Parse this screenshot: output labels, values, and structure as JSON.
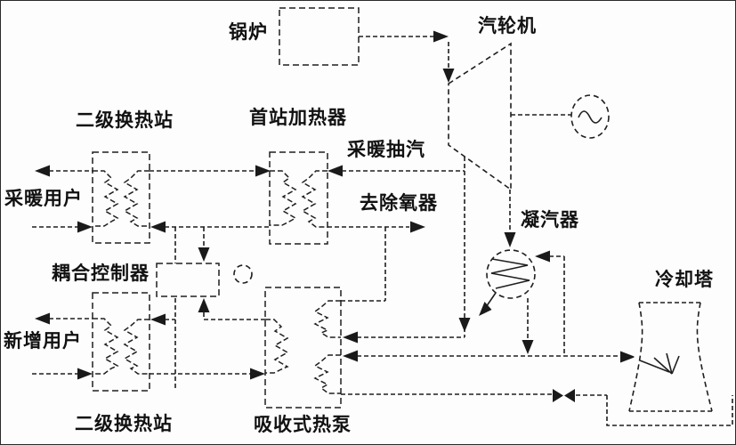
{
  "labels": {
    "boiler": "锅炉",
    "steam_turbine": "汽轮机",
    "secondary_station_top": "二级换热站",
    "first_station_heater": "首站加热器",
    "heating_extraction_steam": "采暖抽汽",
    "heating_users": "采暖用户",
    "to_deaerator": "去除氧器",
    "condenser": "凝汽器",
    "coupling_controller": "耦合控制器",
    "new_users": "新增用户",
    "secondary_station_bottom": "二级换热站",
    "absorption_heat_pump": "吸收式热泵",
    "cooling_tower": "冷却塔"
  },
  "colors": {
    "line": "#1f1f1f",
    "background": "#fdfdfd"
  }
}
